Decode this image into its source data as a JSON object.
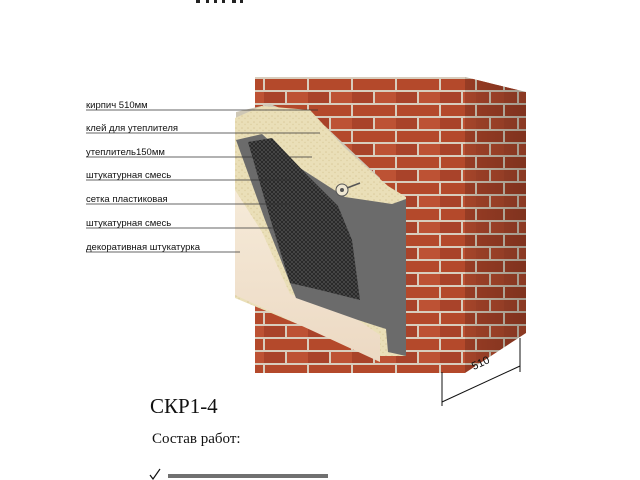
{
  "labels": [
    "кирпич 510мм",
    "клей для утеплителя",
    "утеплитель150мм",
    "штукатурная смесь",
    "сетка пластиковая",
    "штукатурная смесь",
    "декоративная штукатурка"
  ],
  "dimension": "510",
  "code": "СКР1-4",
  "works_title": "Состав работ:",
  "colors": {
    "brick": "#b24a2c",
    "mortar": "#d9cfc2",
    "insulation": "#e9dcb4",
    "adhesive": "#cfc8b8",
    "plaster_grey": "#6d6d6d",
    "mesh": "#333333",
    "decor": "#f0e1cf"
  }
}
